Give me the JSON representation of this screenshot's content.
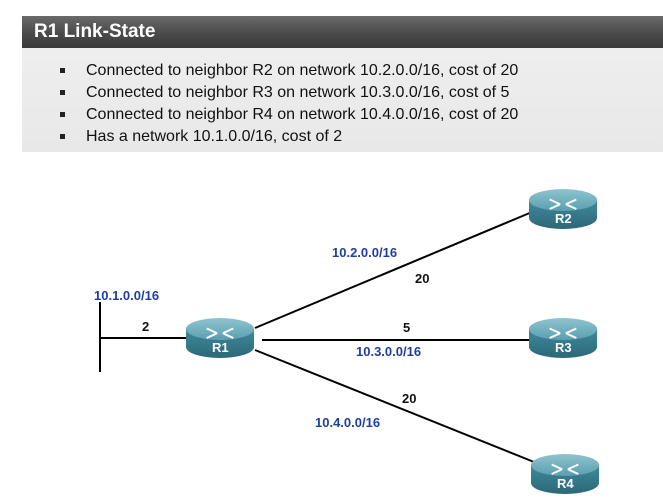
{
  "panel": {
    "title": "R1 Link-State",
    "bullets": [
      "Connected to neighbor R2 on network 10.2.0.0/16, cost of 20",
      "Connected to neighbor R3 on network 10.3.0.0/16, cost of 5",
      "Connected to neighbor R4 on network 10.4.0.0/16, cost of 20",
      "Has a network 10.1.0.0/16, cost of 2"
    ]
  },
  "routers": {
    "r1": "R1",
    "r2": "R2",
    "r3": "R3",
    "r4": "R4"
  },
  "links": {
    "lan": {
      "network": "10.1.0.0/16",
      "cost": "2"
    },
    "r1_r2": {
      "network": "10.2.0.0/16",
      "cost": "20"
    },
    "r1_r3": {
      "network": "10.3.0.0/16",
      "cost": "5"
    },
    "r1_r4": {
      "network": "10.4.0.0/16",
      "cost": "20"
    }
  },
  "colors": {
    "router_body": "#3f8a9c",
    "network_label": "#1f3fa0",
    "header": "#4a4a4a"
  }
}
